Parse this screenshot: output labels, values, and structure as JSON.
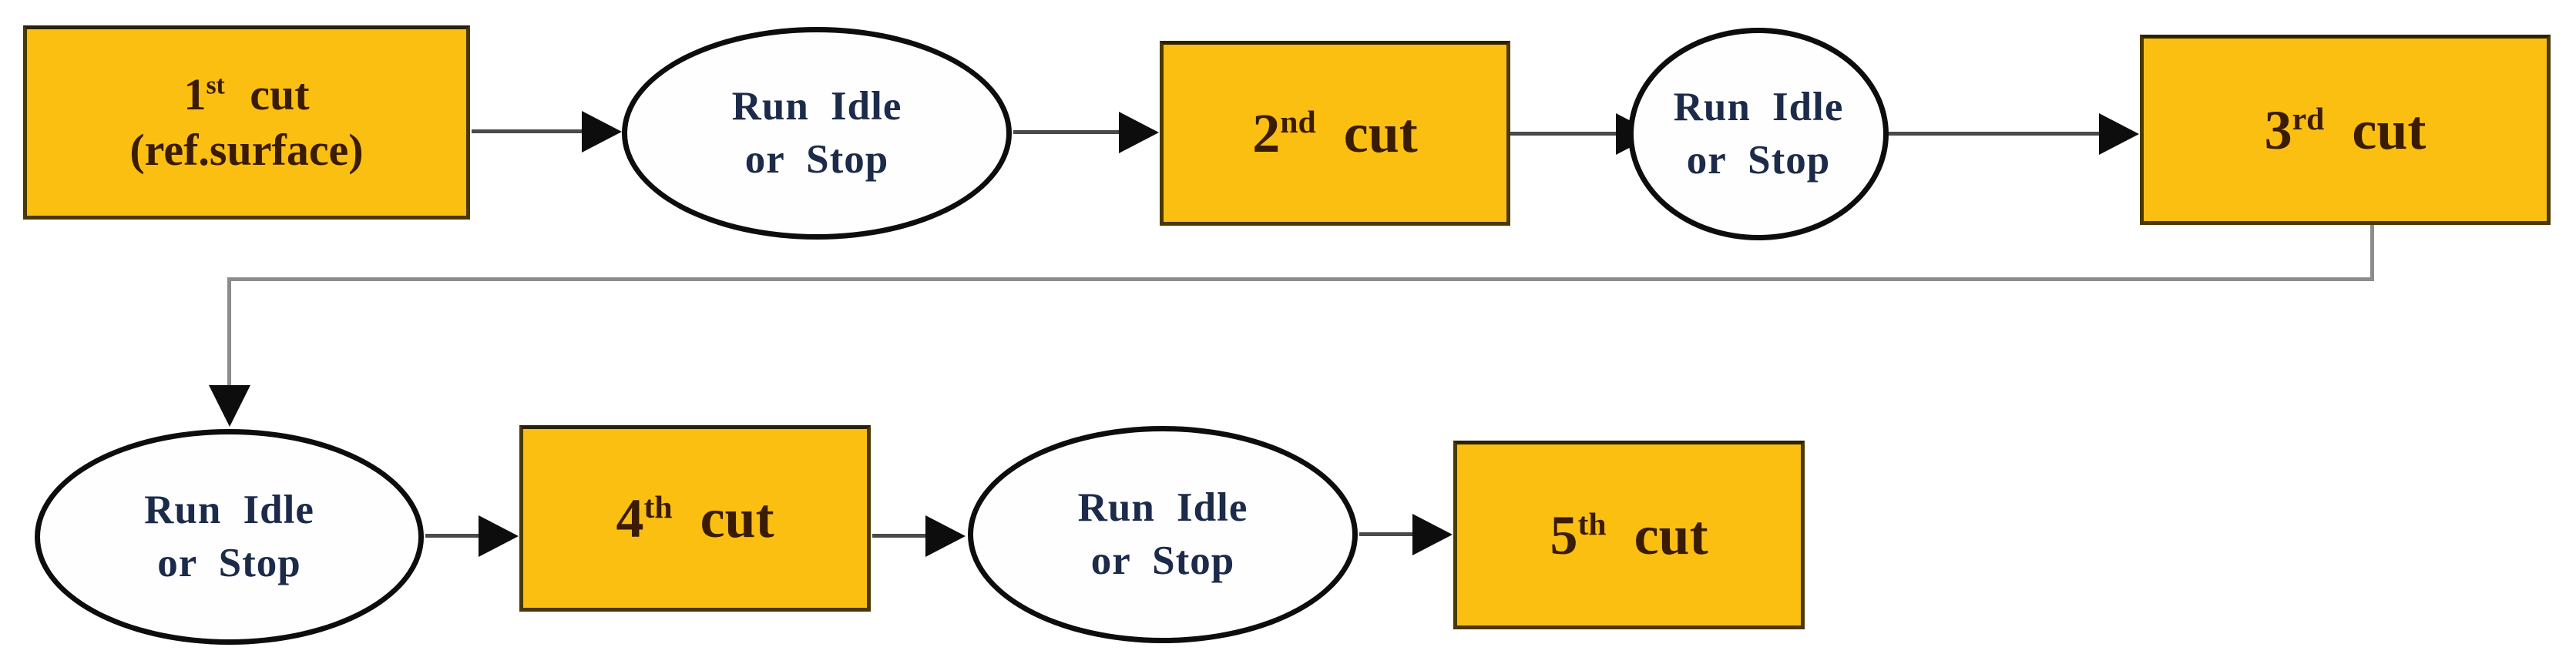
{
  "diagram": {
    "type": "flowchart",
    "description": "Machining sequence flow: five cut operations separated by Run Idle or Stop states",
    "nodes": {
      "box1": {
        "ordinal": "1",
        "ordinal_suffix": "st",
        "label": "cut",
        "sublabel": "(ref.surface)"
      },
      "ellipse1": {
        "line1": "Run Idle",
        "line2": "or Stop"
      },
      "box2": {
        "ordinal": "2",
        "ordinal_suffix": "nd",
        "label": "cut"
      },
      "ellipse2": {
        "line1": "Run Idle",
        "line2": "or Stop"
      },
      "box3": {
        "ordinal": "3",
        "ordinal_suffix": "rd",
        "label": "cut"
      },
      "ellipse3": {
        "line1": "Run Idle",
        "line2": "or Stop"
      },
      "box4": {
        "ordinal": "4",
        "ordinal_suffix": "th",
        "label": "cut"
      },
      "ellipse4": {
        "line1": "Run Idle",
        "line2": "or Stop"
      },
      "box5": {
        "ordinal": "5",
        "ordinal_suffix": "th",
        "label": "cut"
      }
    },
    "flow_order": [
      "1st cut (ref.surface)",
      "Run Idle or Stop",
      "2nd cut",
      "Run Idle or Stop",
      "3rd cut",
      "Run Idle or Stop",
      "4th cut",
      "Run Idle or Stop",
      "5th cut"
    ],
    "colors": {
      "box_fill": "#FBBF12",
      "box_border": "#4a3800",
      "box_text": "#3a1c02",
      "ellipse_fill": "#fefefe",
      "ellipse_border": "#0d0d0d",
      "ellipse_text": "#1c2b4a",
      "arrow_shaft": "#4a4a4a",
      "arrow_head": "#0d0d0d",
      "connector_line": "#8c8c8c",
      "background": "#ffffff"
    }
  }
}
